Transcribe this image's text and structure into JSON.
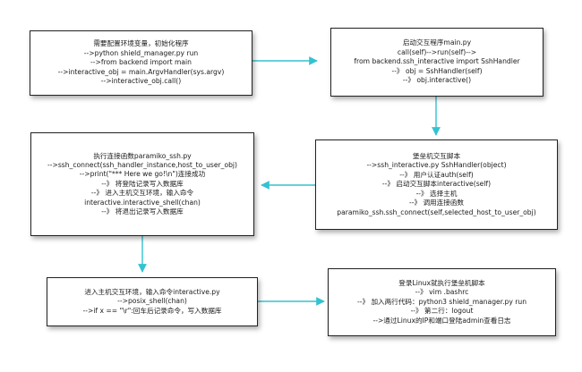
{
  "colors": {
    "arrow": "#33c2d0",
    "border": "#222222",
    "text": "#1a1a1a"
  },
  "boxes": {
    "box1": {
      "lines": [
        "需要配置环境变量，初始化程序",
        "-->python shield_manager.py run",
        "-->from backend import main",
        "-->interactive_obj = main.ArgvHandler(sys.argv)",
        "-->interactive_obj.call()"
      ]
    },
    "box2": {
      "lines": [
        "启动交互程序main.py",
        "call(self)-->run(self)-->",
        "from backend.ssh_interactive import SshHandler",
        "--》 obj = SshHandler(self)",
        "--》 obj.interactive()"
      ]
    },
    "box3": {
      "lines": [
        "堡垒机交互脚本",
        "-->ssh_interactive.py     SshHandler(object)",
        "--》 用户认证auth(self)",
        "--》 启动交互脚本interactive(self)",
        "--》 选择主机",
        "--》 调用连接函数",
        "paramiko_ssh.ssh_connect(self,selected_host_to_user_obj)"
      ]
    },
    "box4": {
      "lines": [
        "执行连接函数paramiko_ssh.py",
        "-->ssh_connect(ssh_handler_instance,host_to_user_obj)",
        "-->print(\"*** Here we go!\\n\")连接成功",
        "--》 将登陆记录写入数据库",
        "--》 进入主机交互环境，输入命令",
        "interactive.interactive_shell(chan)",
        "--》 将退出记录写入数据库"
      ]
    },
    "box5": {
      "lines": [
        "进入主机交互环境，输入命令interactive.py",
        "-->posix_shell(chan)",
        "-->if x == \"\\r\":回车后记录命令，写入数据库"
      ]
    },
    "box6": {
      "lines": [
        "登录Linux就执行堡垒机脚本",
        "--》 vim .bashrc",
        "--》 加入两行代码：python3 shield_manager.py run",
        "--》 第二行：logout",
        "-->通过Linux的IP和端口登陆admin查看日志"
      ]
    }
  }
}
